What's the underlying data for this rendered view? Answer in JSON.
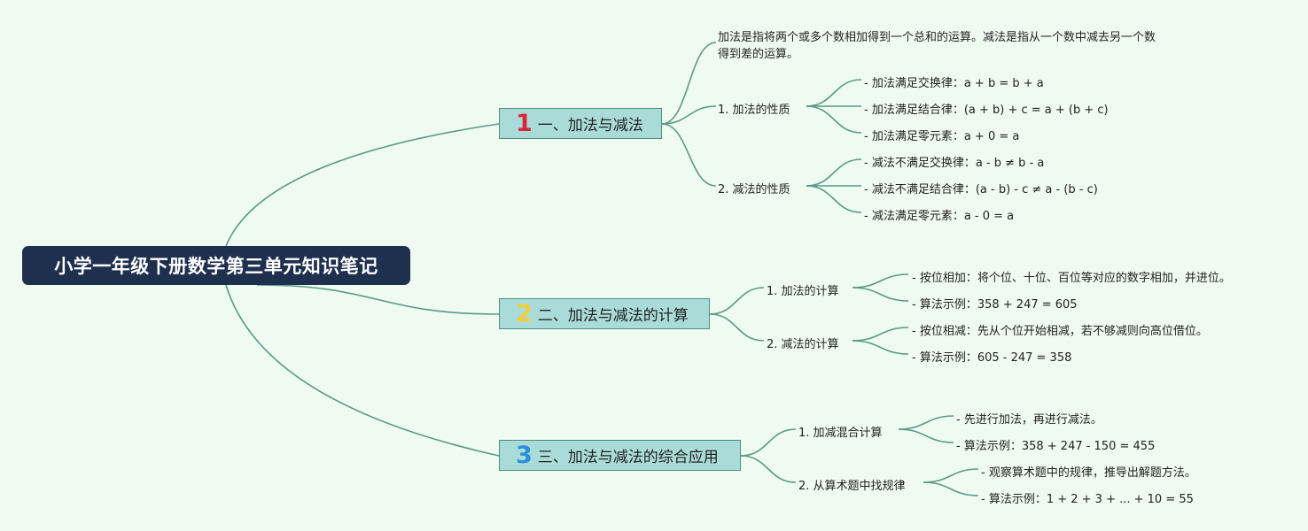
{
  "root": {
    "title": "小学一年级下册数学第三单元知识笔记"
  },
  "colors": {
    "background": "#effaf1",
    "root_fill": "#1f2f4e",
    "section_fill": "#a9dcd8",
    "section_border": "#4d8f84",
    "connector": "#5a9a88",
    "badge_1": "#d8263a",
    "badge_2": "#f2cf3a",
    "badge_3": "#2a8fdc"
  },
  "sections": [
    {
      "badge": "1",
      "label": "一、加法与减法",
      "intro": "加法是指将两个或多个数相加得到一个总和的运算。减法是指从一个数中减去另一个数得到差的运算。",
      "topics": [
        {
          "label": "1. 加法的性质",
          "items": [
            "- 加法满足交换律：a + b = b + a",
            "- 加法满足结合律：(a + b) + c = a + (b + c)",
            "- 加法满足零元素：a + 0 = a"
          ]
        },
        {
          "label": "2. 减法的性质",
          "items": [
            "- 减法不满足交换律：a - b ≠ b - a",
            "- 减法不满足结合律：(a - b) - c ≠ a - (b - c)",
            "- 减法满足零元素：a - 0 = a"
          ]
        }
      ]
    },
    {
      "badge": "2",
      "label": "二、加法与减法的计算",
      "topics": [
        {
          "label": "1. 加法的计算",
          "items": [
            "- 按位相加：将个位、十位、百位等对应的数字相加，并进位。",
            "- 算法示例：358 + 247 = 605"
          ]
        },
        {
          "label": "2. 减法的计算",
          "items": [
            "- 按位相减：先从个位开始相减，若不够减则向高位借位。",
            "- 算法示例：605 - 247 = 358"
          ]
        }
      ]
    },
    {
      "badge": "3",
      "label": "三、加法与减法的综合应用",
      "topics": [
        {
          "label": "1. 加减混合计算",
          "items": [
            "- 先进行加法，再进行减法。",
            "- 算法示例：358 + 247 - 150 = 455"
          ]
        },
        {
          "label": "2. 从算术题中找规律",
          "items": [
            "- 观察算术题中的规律，推导出解题方法。",
            "- 算法示例：1 + 2 + 3 + ... + 10 = 55"
          ]
        }
      ]
    }
  ]
}
